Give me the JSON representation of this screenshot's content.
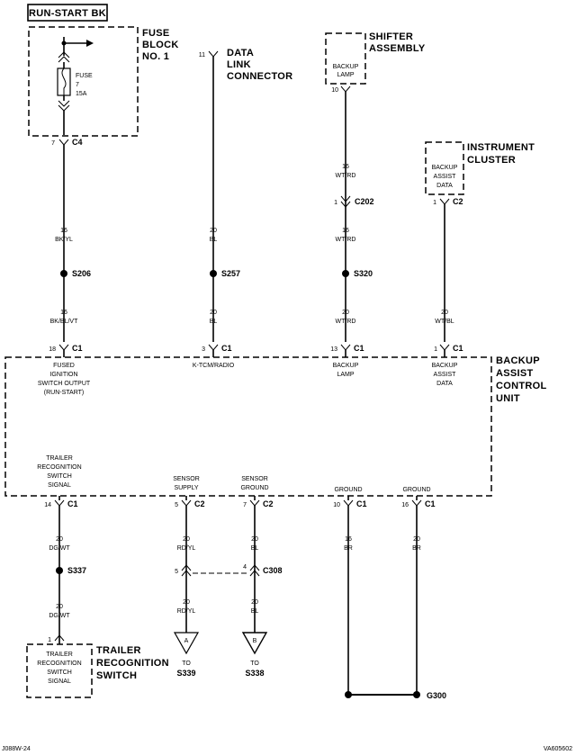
{
  "header": {
    "title": "RUN-START BK"
  },
  "components": {
    "fuse_block": [
      "FUSE",
      "BLOCK",
      "NO. 1"
    ],
    "fuse": [
      "FUSE",
      "7",
      "15A"
    ],
    "data_link": [
      "DATA",
      "LINK",
      "CONNECTOR"
    ],
    "shifter": [
      "SHIFTER",
      "ASSEMBLY"
    ],
    "shifter_pin": [
      "BACKUP",
      "LAMP"
    ],
    "instrument": [
      "INSTRUMENT",
      "CLUSTER"
    ],
    "instrument_pin": [
      "BACKUP",
      "ASSIST",
      "DATA"
    ],
    "control_unit": [
      "BACKUP",
      "ASSIST",
      "CONTROL",
      "UNIT"
    ],
    "trailer_switch": [
      "TRAILER",
      "RECOGNITION",
      "SWITCH"
    ],
    "trailer_pin": [
      "TRAILER",
      "RECOGNITION",
      "SWITCH",
      "SIGNAL"
    ]
  },
  "pins": {
    "fuse_block_out": "7",
    "fuse_block_conn": "C4",
    "dlc": "11",
    "shifter": "10",
    "c202_pin": "1",
    "c202": "C202",
    "ic_pin": "1",
    "ic_conn": "C2",
    "cu_top": [
      {
        "pin": "18",
        "conn": "C1",
        "label": [
          "FUSED",
          "IGNITION",
          "SWITCH OUTPUT",
          "(RUN-START)"
        ]
      },
      {
        "pin": "3",
        "conn": "C1",
        "label": [
          "K-TCM/RADIO"
        ]
      },
      {
        "pin": "13",
        "conn": "C1",
        "label": [
          "BACKUP",
          "LAMP"
        ]
      },
      {
        "pin": "1",
        "conn": "C1",
        "label": [
          "BACKUP",
          "ASSIST",
          "DATA"
        ]
      }
    ],
    "cu_bottom": [
      {
        "pin": "14",
        "conn": "C1",
        "label": [
          "TRAILER",
          "RECOGNITION",
          "SWITCH",
          "SIGNAL"
        ]
      },
      {
        "pin": "5",
        "conn": "C2",
        "label": [
          "SENSOR",
          "SUPPLY"
        ]
      },
      {
        "pin": "7",
        "conn": "C2",
        "label": [
          "SENSOR",
          "GROUND"
        ]
      },
      {
        "pin": "10",
        "conn": "C1",
        "label": [
          "GROUND"
        ]
      },
      {
        "pin": "16",
        "conn": "C1",
        "label": [
          "GROUND"
        ]
      }
    ],
    "c308_a": "5",
    "c308_b": "4",
    "c308": "C308",
    "trailer_pin_num": "1"
  },
  "wires": {
    "w1_top": [
      "16",
      "BK/YL"
    ],
    "w1_bot": [
      "16",
      "BK/BL/VT"
    ],
    "w2_top": [
      "20",
      "BL"
    ],
    "w2_bot": [
      "20",
      "BL"
    ],
    "w3_a": [
      "16",
      "WT/RD"
    ],
    "w3_b": [
      "16",
      "WT/RD"
    ],
    "w3_c": [
      "20",
      "WT/RD"
    ],
    "w4": [
      "20",
      "WT/BL"
    ],
    "w5_a": [
      "20",
      "DG/WT"
    ],
    "w5_b": [
      "20",
      "DG/WT"
    ],
    "w6_a": [
      "20",
      "RD/YL"
    ],
    "w6_b": [
      "20",
      "RD/YL"
    ],
    "w7_a": [
      "20",
      "BL"
    ],
    "w7_b": [
      "20",
      "BL"
    ],
    "w8": [
      "16",
      "BR"
    ],
    "w9": [
      "20",
      "BR"
    ]
  },
  "splices": {
    "s206": "S206",
    "s257": "S257",
    "s320": "S320",
    "s337": "S337"
  },
  "offpage": {
    "a": {
      "letter": "A",
      "to": "TO",
      "dest": "S339"
    },
    "b": {
      "letter": "B",
      "to": "TO",
      "dest": "S338"
    }
  },
  "ground": "G300",
  "footer": {
    "left": "J088W-24",
    "right": "VA605602"
  }
}
